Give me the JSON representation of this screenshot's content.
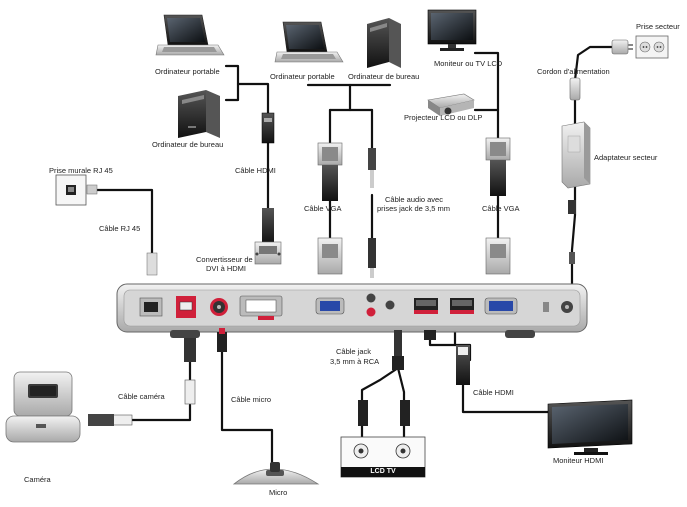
{
  "caption_top": "",
  "labels": {
    "laptop_left": "Ordinateur portable",
    "desktop_left": "Ordinateur de bureau",
    "laptop_center": "Ordinateur portable",
    "desktop_center": "Ordinateur de bureau",
    "monitor_tv": "Moniteur ou TV LCD",
    "projector": "Projecteur LCD ou DLP",
    "outlet": "Prise secteur",
    "power_cord": "Cordon d'alimentation",
    "power_adapter": "Adaptateur secteur",
    "rj45_wall": "Prise murale RJ 45",
    "rj45_cable": "Câble RJ 45",
    "hdmi_cable_top": "Câble HDMI",
    "dvi_converter_l1": "Convertisseur de",
    "dvi_converter_l2": "DVI à HDMI",
    "vga_cable_left": "Câble VGA",
    "audio_cable_l1": "Câble audio avec",
    "audio_cable_l2": "prises jack de 3,5 mm",
    "vga_cable_right": "Câble VGA",
    "jack_rca_l1": "Câble jack",
    "jack_rca_l2": "3,5 mm à RCA",
    "hdmi_cable_bottom": "Câble HDMI",
    "hdmi_monitor": "Moniteur HDMI",
    "camera_cable": "Câble caméra",
    "camera": "Caméra",
    "mic_cable": "Câble micro",
    "mic": "Micro",
    "lcd_tv_tag": "LCD TV"
  },
  "colors": {
    "cable": "#111111",
    "device_gray": "#c8c8c8",
    "device_dark": "#333333",
    "port_red": "#d0203a",
    "port_blue": "#2848a8"
  }
}
